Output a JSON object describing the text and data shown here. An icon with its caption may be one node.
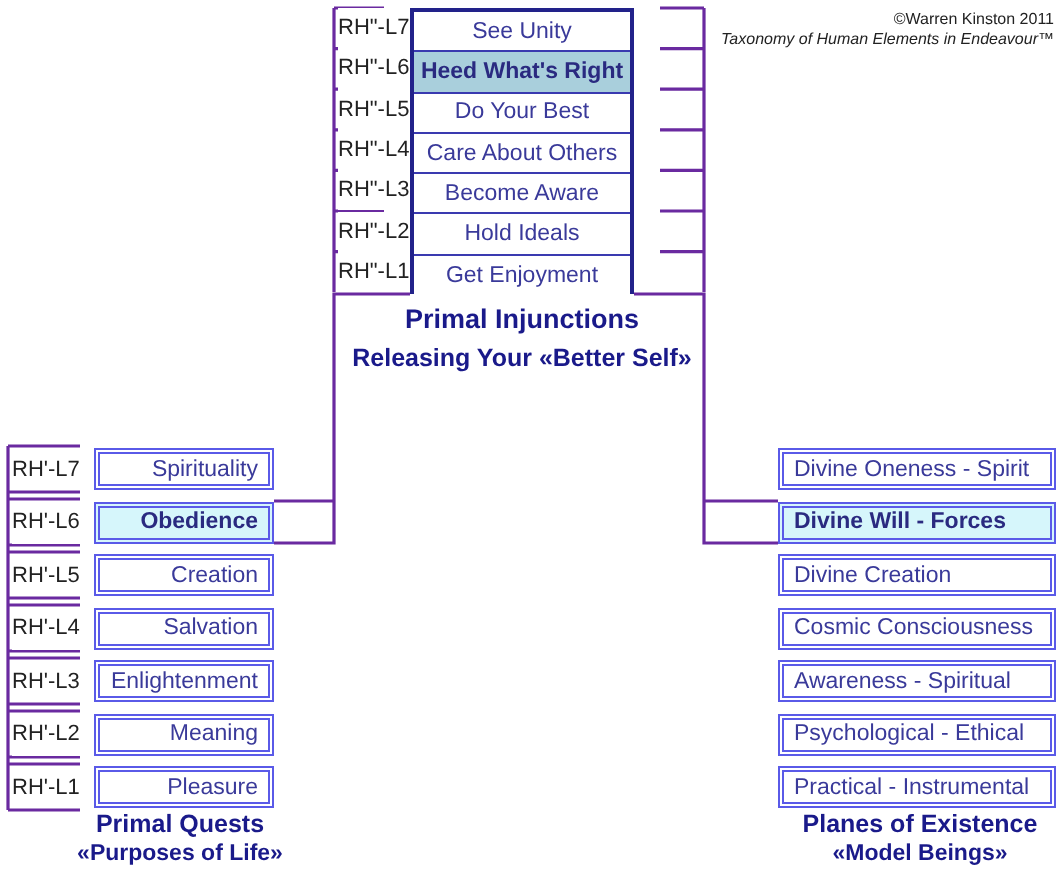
{
  "diagram": {
    "nodes": [
      {
        "text": [
          "Primal Injunctions",
          "Releasing Your «Better Self»"
        ]
      },
      {
        "text": [
          "See Unity"
        ],
        "in": 0,
        "beside": [
          "RH\"-L7"
        ]
      },
      {
        "text": [
          "Heed What's Right"
        ],
        "in": 0,
        "beside": [
          "RH\"-L6"
        ]
      },
      {
        "text": [
          "Do Your Best"
        ],
        "in": 0,
        "beside": [
          "RH\"-L5"
        ]
      },
      {
        "text": [
          "Care About Others"
        ],
        "in": 0,
        "beside": [
          "RH\"-L4"
        ]
      },
      {
        "text": [
          "Become Aware"
        ],
        "in": 0,
        "beside": [
          "RH\"-L3"
        ]
      },
      {
        "text": [
          "Hold Ideals"
        ],
        "in": 0,
        "beside": [
          "RH\"-L2"
        ]
      },
      {
        "text": [
          "Get Enjoyment"
        ],
        "in": 0,
        "beside": [
          "RH\"-L1"
        ]
      },
      {
        "text": [
          "Spirituality"
        ],
        "beside": [
          "RH'-L7"
        ]
      },
      {
        "text": [
          "Obedience"
        ],
        "beside": [
          "RH'-L6"
        ]
      },
      {
        "text": [
          "Creation"
        ],
        "beside": [
          "RH'-L5"
        ]
      },
      {
        "text": [
          "Salvation"
        ],
        "beside": [
          "RH'-L4"
        ]
      },
      {
        "text": [
          "Enlightenment"
        ],
        "beside": [
          "RH'-L3"
        ]
      },
      {
        "text": [
          "Meaning"
        ],
        "beside": [
          "RH'-L2"
        ]
      },
      {
        "text": [
          "Pleasure"
        ],
        "beside": [
          "RH'-L1"
        ]
      },
      {
        "text": [
          "Divine Oneness - Spirit"
        ]
      },
      {
        "text": [
          "Divine Will - Forces"
        ]
      },
      {
        "text": [
          "Divine Creation"
        ]
      },
      {
        "text": [
          "Cosmic Consciousness"
        ]
      },
      {
        "text": [
          "Awareness - Spiritual"
        ]
      },
      {
        "text": [
          "Psychological - Ethical"
        ]
      },
      {
        "text": [
          "Practical - Instrumental"
        ]
      }
    ],
    "edges": [
      {
        "from": 0,
        "to": 9,
        "arrow": "none"
      },
      {
        "from": 0,
        "to": 16,
        "arrow": "none"
      }
    ],
    "labels": [
      "©Warren Kinston 2011",
      "Taxonomy of Human Elements in Endeavour™",
      "Primal Quests",
      "«Purposes of Life»",
      "Planes of Existence",
      "«Model Beings»"
    ]
  }
}
